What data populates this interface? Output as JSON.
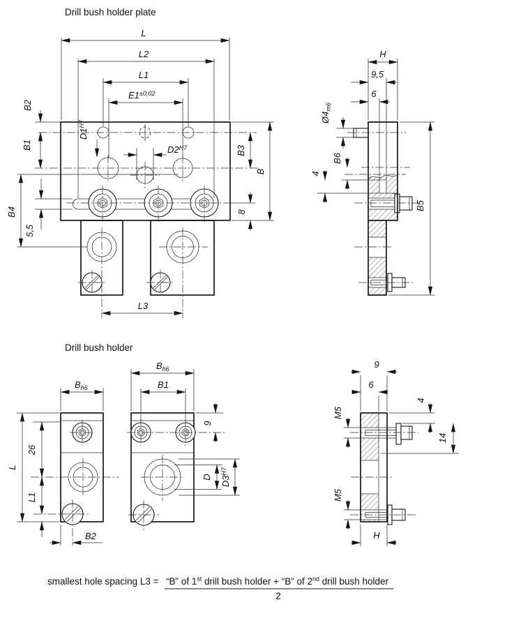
{
  "titles": {
    "plate": "Drill bush holder plate",
    "holder": "Drill bush holder"
  },
  "pf": {
    "L": "L",
    "L2": "L2",
    "L1": "L1",
    "E1": "E1",
    "E1t": "±0,02",
    "B2": "B2",
    "B1": "B1",
    "D1": "D1",
    "D1s": "H7",
    "D2": "D2",
    "D2s": "H7",
    "B3": "B3",
    "B": "B",
    "n8": "8",
    "B4": "B4",
    "n55": "5,5",
    "L3": "L3"
  },
  "ps": {
    "H": "H",
    "n95": "9,5",
    "n6": "6",
    "dia": "Ø4",
    "dias": "m6",
    "B6": "B6",
    "n4": "4",
    "B5": "B5"
  },
  "h1": {
    "B": "B",
    "Bs": "h6",
    "L": "L",
    "n26": "26",
    "L1": "L1",
    "B2": "B2"
  },
  "h2": {
    "B": "B",
    "Bs": "h6",
    "B1": "B1",
    "n9": "9",
    "D": "D",
    "D3": "D3",
    "D3s": "H7"
  },
  "hs": {
    "n9": "9",
    "n6": "6",
    "n4": "4",
    "n14": "14",
    "M5a": "M5",
    "M5b": "M5",
    "H": "H"
  },
  "formula": {
    "prefix": "smallest hole spacing L3 =",
    "num1": "“B” of 1",
    "sup1": "st",
    "num2": " drill bush holder + “B” of 2",
    "sup2": "nd",
    "num3": " drill bush holder",
    "den": "2"
  }
}
